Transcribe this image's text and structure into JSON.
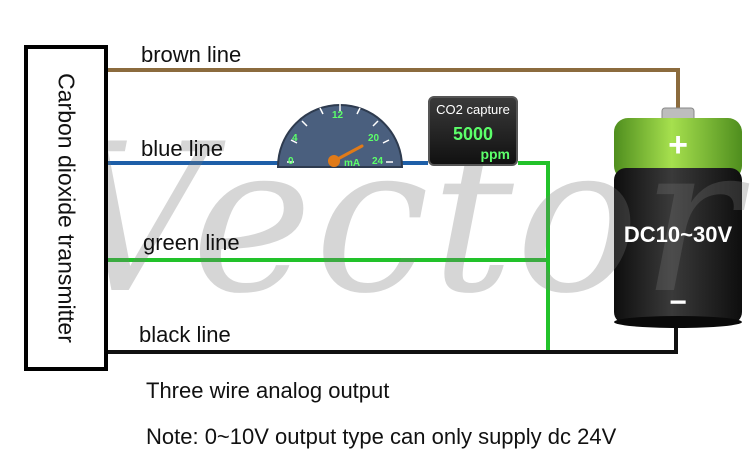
{
  "wires": {
    "brown": {
      "label": "brown line",
      "color": "#8b6b3d"
    },
    "blue": {
      "label": "blue line",
      "color": "#1e5fa8"
    },
    "green": {
      "label": "green line",
      "color": "#22c22a"
    },
    "black": {
      "label": "black line",
      "color": "#111111"
    }
  },
  "transmitter": {
    "label": "Carbon dioxide transmitter"
  },
  "watermark": "Vector",
  "gauge": {
    "ticks": [
      "0",
      "4",
      "12",
      "20",
      "24"
    ],
    "unit": "mA",
    "face_color": "#4a5f7e"
  },
  "display": {
    "title": "CO2 capture",
    "value": "5000",
    "unit": "ppm"
  },
  "battery": {
    "label": "DC10~30V",
    "plus": "+",
    "minus": "−",
    "body_color": "#7fc93a"
  },
  "notes": {
    "line1": "Three wire analog output",
    "line2": "Note: 0~10V output type can only supply dc 24V"
  }
}
